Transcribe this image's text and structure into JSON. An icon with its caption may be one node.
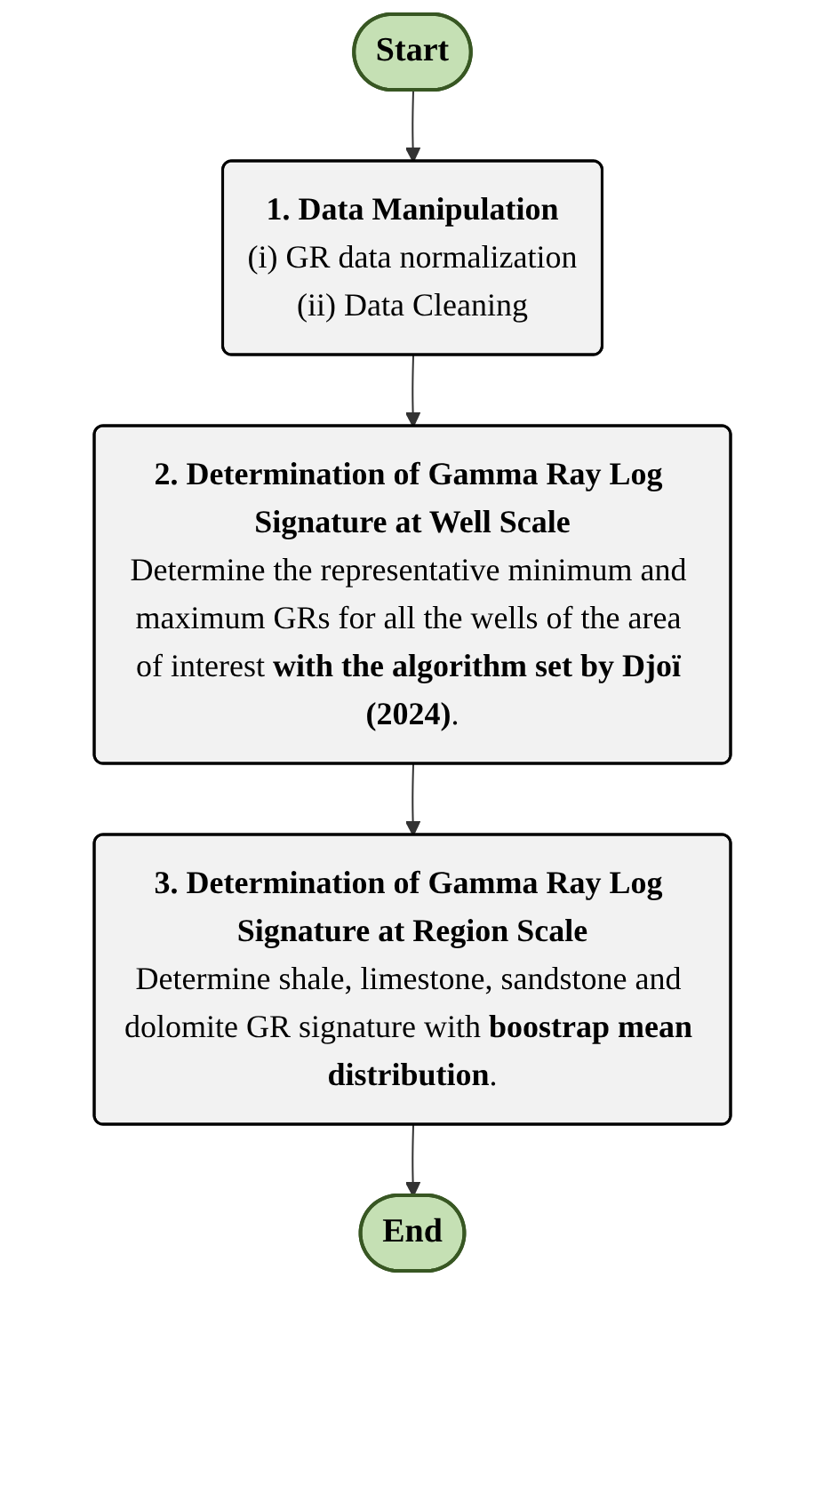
{
  "diagram": {
    "nodes": [
      {
        "text": [
          "Start"
        ]
      },
      {
        "text": [
          "1. Data Manipulation",
          "(i) GR data normalization",
          "(ii) Data Cleaning"
        ]
      },
      {
        "text": [
          "2. Determination of Gamma Ray Log Signature at Well Scale",
          "Determine the representative minimum and maximum GRs for all the wells of the area of interest **with the algorithm set by Djoï (2024)**."
        ]
      },
      {
        "text": [
          "3. Determination of Gamma Ray Log Signature at Region Scale",
          "Determine shale, limestone, sandstone and dolomite GR signature with **boostrap mean distribution**."
        ]
      },
      {
        "text": [
          "End"
        ]
      }
    ],
    "edges": [
      {
        "from": 0,
        "to": 1,
        "arrow": "to"
      },
      {
        "from": 1,
        "to": 2,
        "arrow": "to"
      },
      {
        "from": 2,
        "to": 3,
        "arrow": "to"
      },
      {
        "from": 3,
        "to": 4,
        "arrow": "to"
      }
    ]
  }
}
